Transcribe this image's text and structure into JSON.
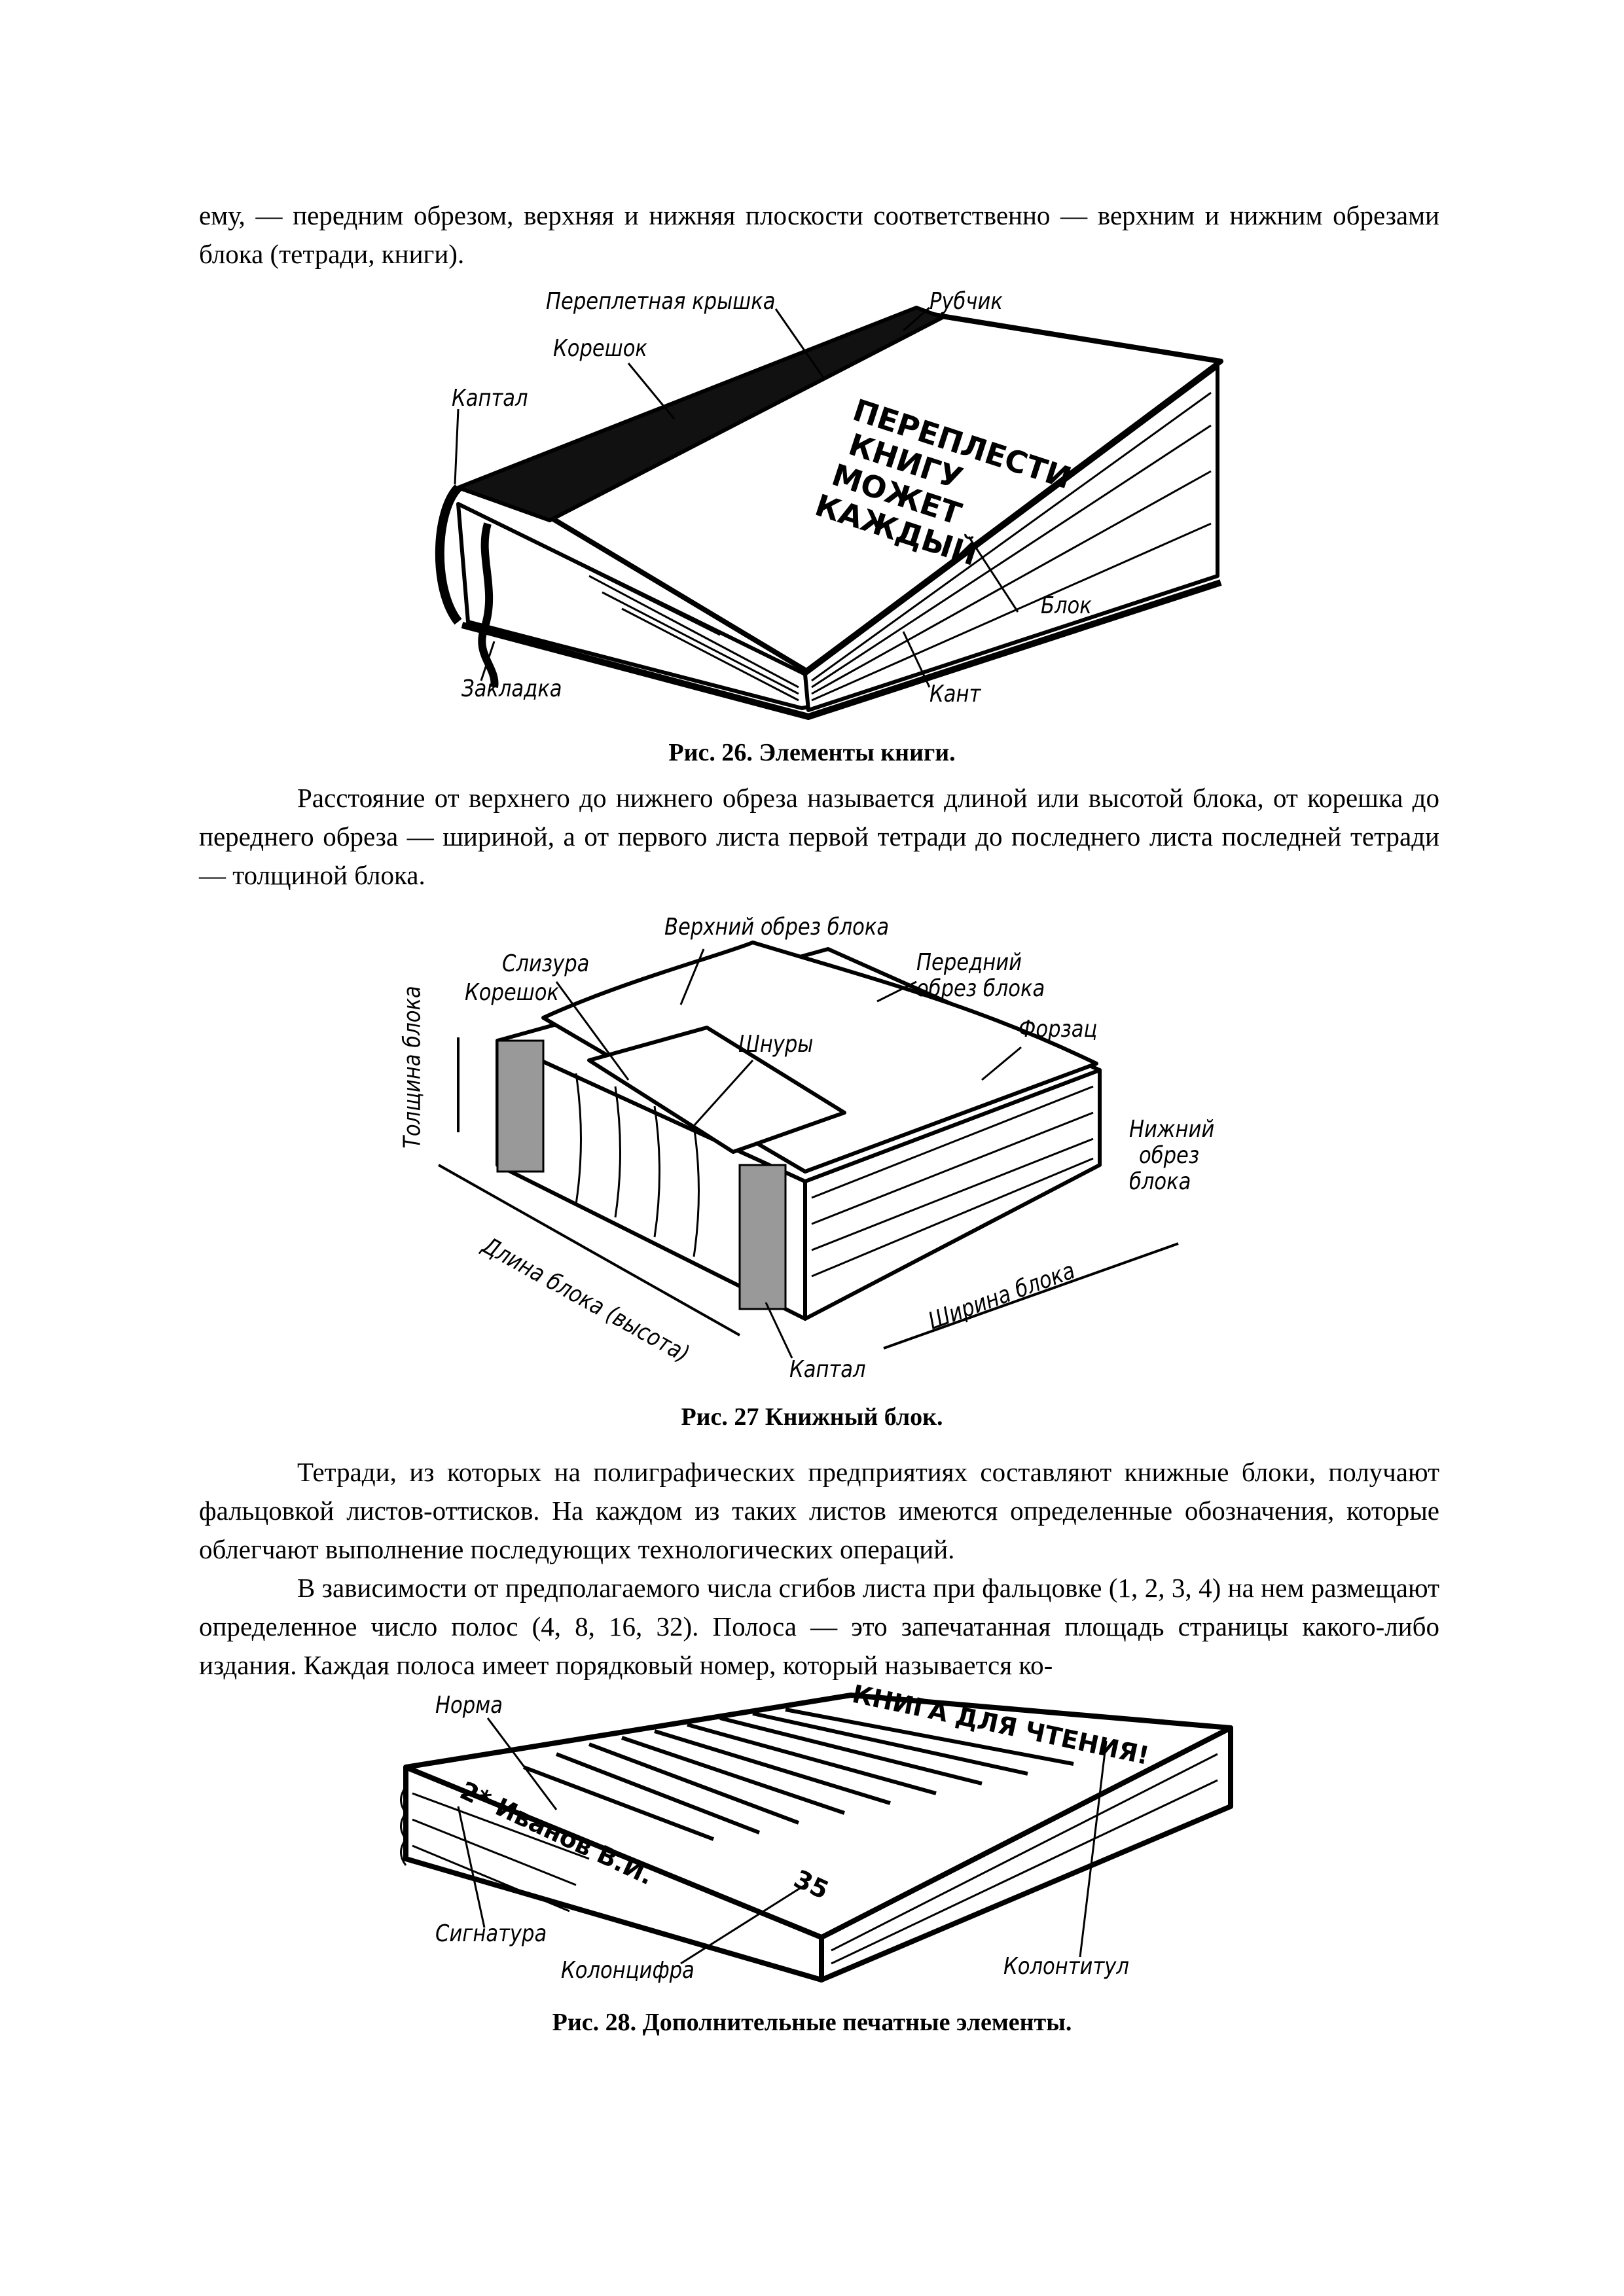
{
  "paragraphs": {
    "p1": "ему, — передним обрезом, верхняя и нижняя плоскости соответственно — верхним и нижним обрезами блока (тетради, книги).",
    "p2": "Расстояние от верхнего до нижнего обреза называется длиной или высотой блока, от корешка до переднего обреза — шириной, а от первого листа первой тетради до последнего листа последней тетради — толщиной блока.",
    "p3": "Тетради, из которых на полиграфических предприятиях составляют книжные блоки, получают фальцовкой листов-оттисков. На каждом из таких листов имеются определенные обозначения, которые облегчают выполнение последующих технологических операций.",
    "p4": "В зависимости от предполагаемого числа сгибов листа при фальцовке (1, 2, 3, 4) на нем размещают определенное число полос (4, 8, 16, 32). Полоса — это запечатанная площадь страницы какого-либо издания. Каждая полоса имеет порядковый номер, который называется ко-"
  },
  "fig26": {
    "caption": "Рис. 26. Элементы книги.",
    "labels": {
      "cover": "Переплетная крышка",
      "groove": "Рубчик",
      "spine": "Корешок",
      "headband": "Каптал",
      "block": "Блок",
      "bookmark": "Закладка",
      "edge": "Кант"
    },
    "cover_text": [
      "ПЕРЕПЛЕСТИ",
      "КНИГУ",
      "МОЖЕТ",
      "КАЖДЫЙ"
    ]
  },
  "fig27": {
    "caption": "Рис. 27 Книжный блок.",
    "labels": {
      "top_edge": "Верхний обрез блока",
      "mull": "Слизура",
      "spine": "Корешок",
      "front_edge_1": "Передний",
      "front_edge_2": "обрез блока",
      "endpaper": "Форзац",
      "cords": "Шнуры",
      "thickness": "Толщина блока",
      "bottom_edge_1": "Нижний",
      "bottom_edge_2": "обрез",
      "bottom_edge_3": "блока",
      "length": "Длина блока (высота)",
      "width": "Ширина блока",
      "headband": "Каптал"
    }
  },
  "fig28": {
    "caption": "Рис. 28. Дополнительные печатные элементы.",
    "labels": {
      "norm": "Норма",
      "signature": "Сигнатура",
      "folio": "Колонцифра",
      "running_head": "Колонтитул"
    },
    "page_title": "КНИГА ДЛЯ ЧТЕНИЯ!",
    "norm_text": "2* Иванов В.И.",
    "page_number": "35"
  }
}
